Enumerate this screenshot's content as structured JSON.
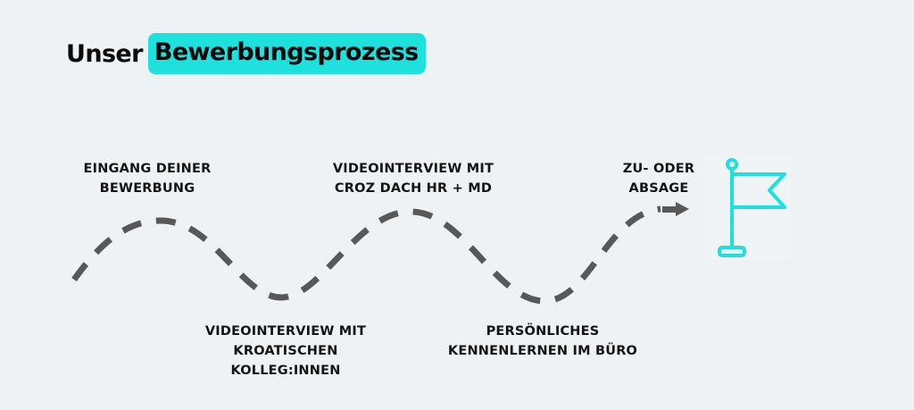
{
  "colors": {
    "background": "#eef2f5",
    "accent": "#1ee0dc",
    "path": "#585858",
    "text": "#141414"
  },
  "header": {
    "title_plain": "Unser",
    "title_highlight": "Bewerbungsprozess"
  },
  "steps": [
    {
      "id": 1,
      "position": "top",
      "lines": [
        "EINGANG DEINER",
        "BEWERBUNG"
      ]
    },
    {
      "id": 2,
      "position": "bottom",
      "lines": [
        "VIDEOINTERVIEW MIT",
        "KROATISCHEN",
        "KOLLEG:INNEN"
      ]
    },
    {
      "id": 3,
      "position": "top",
      "lines": [
        "VIDEOINTERVIEW MIT",
        "CROZ DACH HR + MD"
      ]
    },
    {
      "id": 4,
      "position": "bottom",
      "lines": [
        "PERSÖNLICHES",
        "KENNENLERNEN IM BÜRO"
      ]
    },
    {
      "id": 5,
      "position": "top",
      "lines": [
        "ZU- ODER",
        "ABSAGE"
      ]
    }
  ],
  "path": {
    "style": "dashed-wave",
    "end": "arrow-right-icon"
  },
  "goal_icon": "flag-icon"
}
